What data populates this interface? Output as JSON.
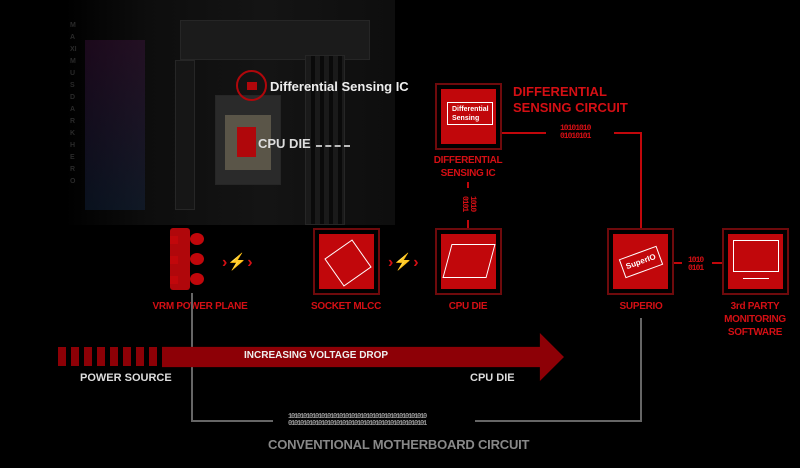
{
  "board": {
    "callout_ic": "Differential Sensing IC",
    "callout_die": "CPU DIE",
    "brand_vertical": "MAXIMUS DARK HERO"
  },
  "dsc": {
    "title_line1": "DIFFERENTIAL",
    "title_line2": "SENSING CIRCUIT",
    "chip_text_1": "Differential",
    "chip_text_2": "Sensing",
    "ic_label_1": "DIFFERENTIAL",
    "ic_label_2": "SENSING IC",
    "bin_vertical_1": "1010",
    "bin_vertical_2": "0101",
    "bin_top_1": "10101010",
    "bin_top_2": "01010101",
    "bin_right_1": "1010",
    "bin_right_2": "0101"
  },
  "nodes": {
    "vrm": "VRM POWER PLANE",
    "socket": "SOCKET MLCC",
    "cpu": "CPU DIE",
    "superio": "SUPERIO",
    "superio_chip": "SuperIO",
    "sw_1": "3rd PARTY",
    "sw_2": "MONITORING",
    "sw_3": "SOFTWARE"
  },
  "arrow": {
    "middle": "INCREASING VOLTAGE DROP",
    "start": "POWER SOURCE",
    "end": "CPU DIE"
  },
  "conventional": {
    "bin_1": "1010101010101010101010101010101010101010101010",
    "bin_2": "0101010101010101010101010101010101010101010101",
    "title": "CONVENTIONAL MOTHERBOARD CIRCUIT"
  }
}
